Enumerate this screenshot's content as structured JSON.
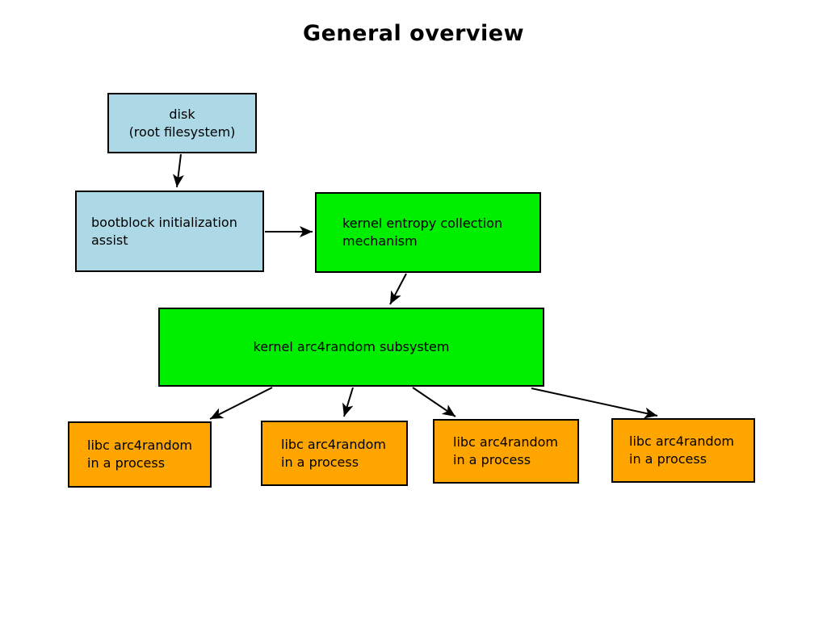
{
  "title": "General overview",
  "colors": {
    "background": "#ffffff",
    "box_blue": "#add8e6",
    "box_green": "#00ee00",
    "box_orange": "#ffa500",
    "border": "#000000",
    "arrow": "#000000",
    "text": "#000000"
  },
  "nodes": {
    "disk": {
      "line1": "disk",
      "line2": "(root filesystem)"
    },
    "bootblock": {
      "line1": "bootblock initialization",
      "line2": "assist"
    },
    "entropy": {
      "line1": "kernel entropy collection",
      "line2": "mechanism"
    },
    "subsystem": {
      "line1": "kernel arc4random subsystem"
    },
    "libc1": {
      "line1": "libc arc4random",
      "line2": "in a process"
    },
    "libc2": {
      "line1": "libc arc4random",
      "line2": "in a process"
    },
    "libc3": {
      "line1": "libc arc4random",
      "line2": "in a process"
    },
    "libc4": {
      "line1": "libc arc4random",
      "line2": "in a process"
    }
  }
}
